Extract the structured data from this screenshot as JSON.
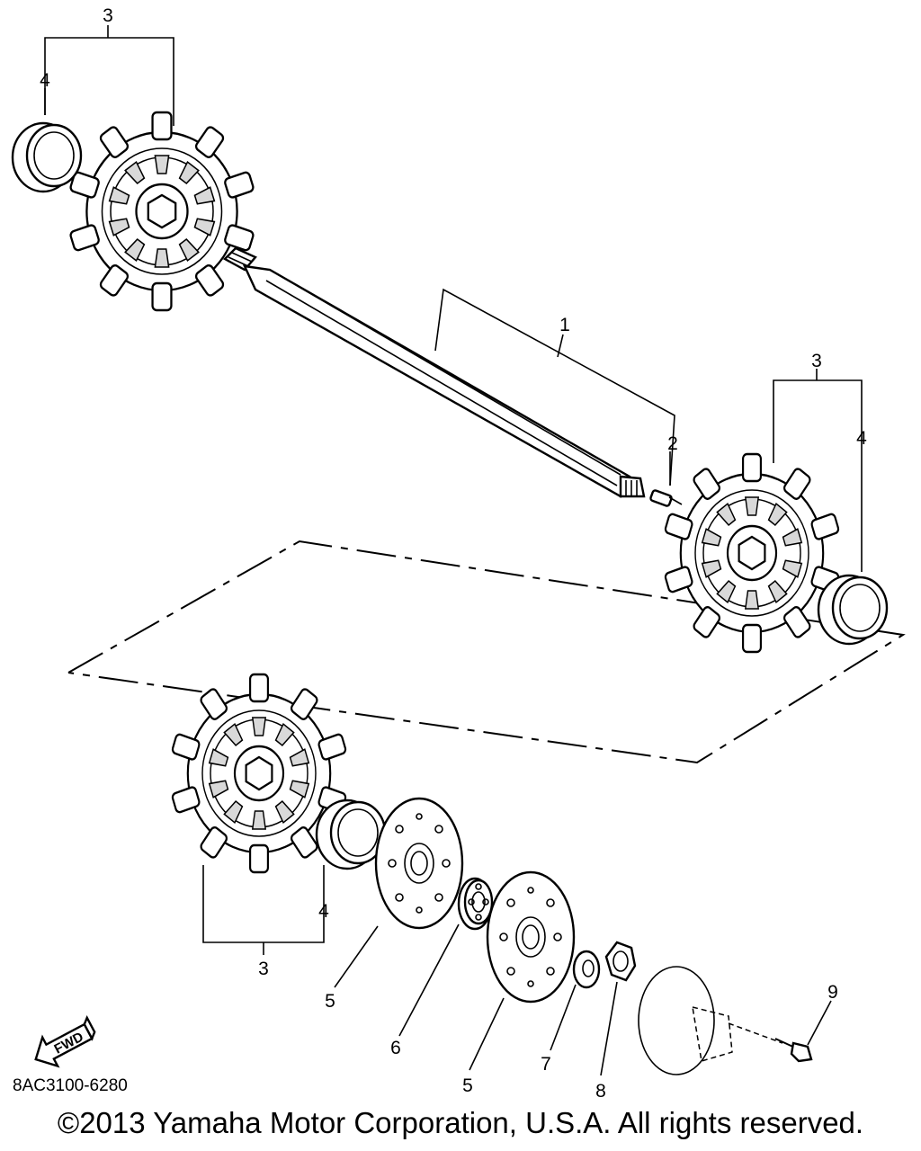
{
  "diagram": {
    "callouts": {
      "c1": "1",
      "c2": "2",
      "c3_top": "3",
      "c4_top": "4",
      "c3_right": "3",
      "c4_right": "4",
      "c3_bottom": "3",
      "c4_bottom": "4",
      "c5_left": "5",
      "c6": "6",
      "c5_right": "5",
      "c7": "7",
      "c8": "8",
      "c9": "9"
    },
    "fwd_label": "FWD",
    "part_code": "8AC3100-6280",
    "copyright": "©2013 Yamaha Motor Corporation, U.S.A. All rights reserved."
  }
}
